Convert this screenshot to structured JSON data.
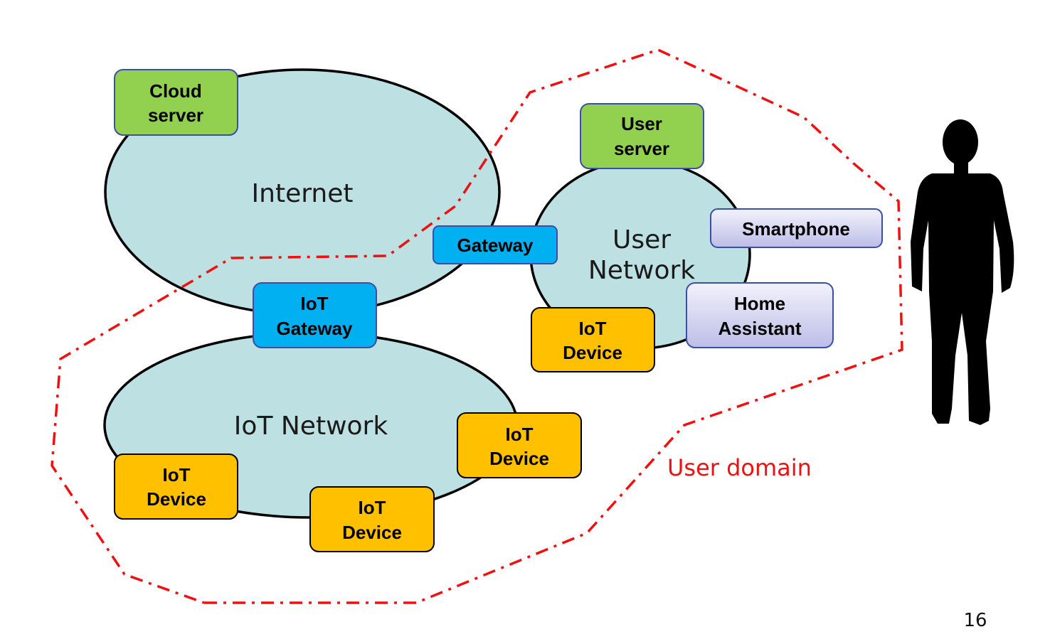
{
  "networks": {
    "internet": "Internet",
    "user_network_line1": "User",
    "user_network_line2": "Network",
    "iot_network": "IoT Network"
  },
  "nodes": {
    "cloud_server": [
      "Cloud",
      "server"
    ],
    "user_server": [
      "User",
      "server"
    ],
    "smartphone": "Smartphone",
    "home_assistant": [
      "Home",
      "Assistant"
    ],
    "gateway": "Gateway",
    "iot_gateway": [
      "IoT",
      "Gateway"
    ],
    "iot_device": [
      "IoT",
      "Device"
    ]
  },
  "user_domain_label": "User domain",
  "page_number": "16",
  "colors": {
    "network_fill": "#bde0e3",
    "cloud_green": "#92d050",
    "gateway_blue": "#00b0f0",
    "device_orange": "#ffc000",
    "lavender": "#d4d4f2",
    "domain_red": "#ee1111"
  }
}
